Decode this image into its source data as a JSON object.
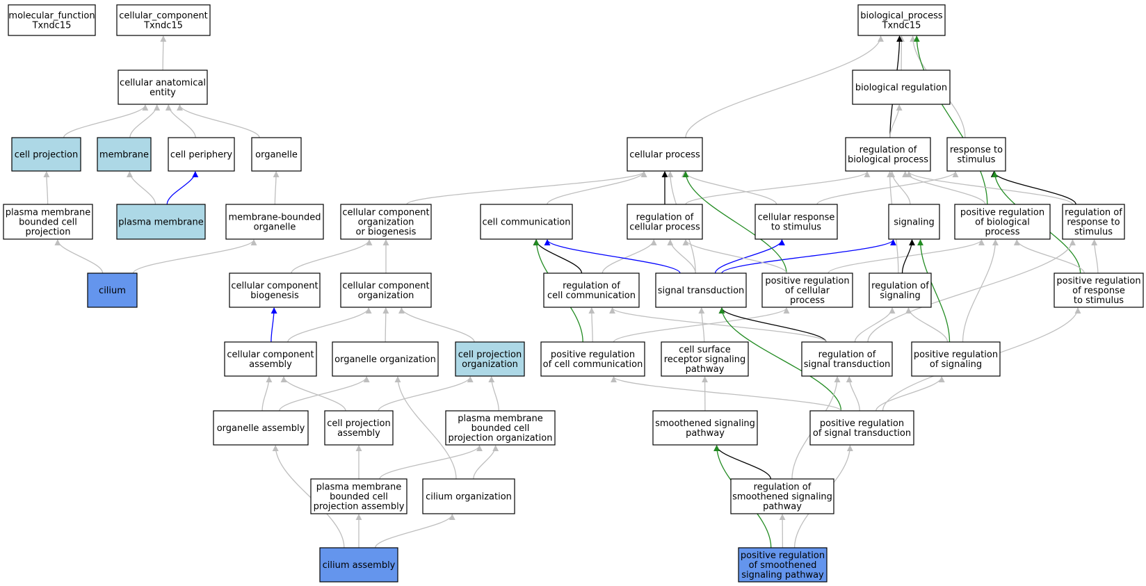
{
  "graph": {
    "colors": {
      "node_fill": "#ffffff",
      "node_fill_highlight": "#add8e6",
      "node_fill_query": "#6495ed",
      "edge_is_a": "#bebebe",
      "edge_part_of": "#0000ff",
      "edge_regulates": "#000000",
      "edge_positively_regulates": "#228b22"
    },
    "nodes": [
      {
        "id": "molecular_function",
        "lines": [
          "molecular_function",
          "Txndc15"
        ],
        "fill": "plain"
      },
      {
        "id": "cellular_component",
        "lines": [
          "cellular_component",
          "Txndc15"
        ],
        "fill": "plain"
      },
      {
        "id": "cellular_anatomical_entity",
        "lines": [
          "cellular anatomical",
          "entity"
        ],
        "fill": "plain"
      },
      {
        "id": "cell_projection",
        "lines": [
          "cell projection"
        ],
        "fill": "highlight"
      },
      {
        "id": "membrane",
        "lines": [
          "membrane"
        ],
        "fill": "highlight"
      },
      {
        "id": "cell_periphery",
        "lines": [
          "cell periphery"
        ],
        "fill": "plain"
      },
      {
        "id": "organelle",
        "lines": [
          "organelle"
        ],
        "fill": "plain"
      },
      {
        "id": "pm_bounded_cell_projection",
        "lines": [
          "plasma membrane",
          "bounded cell",
          "projection"
        ],
        "fill": "plain"
      },
      {
        "id": "plasma_membrane",
        "lines": [
          "plasma membrane"
        ],
        "fill": "highlight"
      },
      {
        "id": "membrane_bounded_organelle",
        "lines": [
          "membrane-bounded",
          "organelle"
        ],
        "fill": "plain"
      },
      {
        "id": "cilium",
        "lines": [
          "cilium"
        ],
        "fill": "query"
      },
      {
        "id": "cc_org_or_biogenesis",
        "lines": [
          "cellular component",
          "organization",
          "or biogenesis"
        ],
        "fill": "plain"
      },
      {
        "id": "cc_biogenesis",
        "lines": [
          "cellular component",
          "biogenesis"
        ],
        "fill": "plain"
      },
      {
        "id": "cc_organization",
        "lines": [
          "cellular component",
          "organization"
        ],
        "fill": "plain"
      },
      {
        "id": "cc_assembly",
        "lines": [
          "cellular component",
          "assembly"
        ],
        "fill": "plain"
      },
      {
        "id": "organelle_organization",
        "lines": [
          "organelle organization"
        ],
        "fill": "plain"
      },
      {
        "id": "cell_projection_organization",
        "lines": [
          "cell projection",
          "organization"
        ],
        "fill": "highlight"
      },
      {
        "id": "organelle_assembly",
        "lines": [
          "organelle assembly"
        ],
        "fill": "plain"
      },
      {
        "id": "cell_projection_assembly",
        "lines": [
          "cell projection",
          "assembly"
        ],
        "fill": "plain"
      },
      {
        "id": "pm_bounded_cp_organization",
        "lines": [
          "plasma membrane",
          "bounded cell",
          "projection organization"
        ],
        "fill": "plain"
      },
      {
        "id": "pm_bounded_cp_assembly",
        "lines": [
          "plasma membrane",
          "bounded cell",
          "projection assembly"
        ],
        "fill": "plain"
      },
      {
        "id": "cilium_organization",
        "lines": [
          "cilium organization"
        ],
        "fill": "plain"
      },
      {
        "id": "cilium_assembly",
        "lines": [
          "cilium assembly"
        ],
        "fill": "query"
      },
      {
        "id": "biological_process",
        "lines": [
          "biological_process",
          "Txndc15"
        ],
        "fill": "plain"
      },
      {
        "id": "biological_regulation",
        "lines": [
          "biological regulation"
        ],
        "fill": "plain"
      },
      {
        "id": "cellular_process",
        "lines": [
          "cellular process"
        ],
        "fill": "plain"
      },
      {
        "id": "regulation_of_biological_process",
        "lines": [
          "regulation of",
          "biological process"
        ],
        "fill": "plain"
      },
      {
        "id": "response_to_stimulus",
        "lines": [
          "response to",
          "stimulus"
        ],
        "fill": "plain"
      },
      {
        "id": "cell_communication",
        "lines": [
          "cell communication"
        ],
        "fill": "plain"
      },
      {
        "id": "regulation_of_cellular_process",
        "lines": [
          "regulation of",
          "cellular process"
        ],
        "fill": "plain"
      },
      {
        "id": "cellular_response_to_stimulus",
        "lines": [
          "cellular response",
          "to stimulus"
        ],
        "fill": "plain"
      },
      {
        "id": "signaling",
        "lines": [
          "signaling"
        ],
        "fill": "plain"
      },
      {
        "id": "pos_reg_biological_process",
        "lines": [
          "positive regulation",
          "of biological",
          "process"
        ],
        "fill": "plain"
      },
      {
        "id": "regulation_of_response_to_stimulus",
        "lines": [
          "regulation of",
          "response to",
          "stimulus"
        ],
        "fill": "plain"
      },
      {
        "id": "regulation_of_cell_communication",
        "lines": [
          "regulation of",
          "cell communication"
        ],
        "fill": "plain"
      },
      {
        "id": "signal_transduction",
        "lines": [
          "signal transduction"
        ],
        "fill": "plain"
      },
      {
        "id": "pos_reg_cellular_process",
        "lines": [
          "positive regulation",
          "of cellular",
          "process"
        ],
        "fill": "plain"
      },
      {
        "id": "regulation_of_signaling",
        "lines": [
          "regulation of",
          "signaling"
        ],
        "fill": "plain"
      },
      {
        "id": "pos_reg_response_to_stimulus",
        "lines": [
          "positive regulation",
          "of response",
          "to stimulus"
        ],
        "fill": "plain"
      },
      {
        "id": "pos_reg_cell_communication",
        "lines": [
          "positive regulation",
          "of cell communication"
        ],
        "fill": "plain"
      },
      {
        "id": "cell_surface_receptor_signaling",
        "lines": [
          "cell surface",
          "receptor signaling",
          "pathway"
        ],
        "fill": "plain"
      },
      {
        "id": "regulation_of_signal_transduction",
        "lines": [
          "regulation of",
          "signal transduction"
        ],
        "fill": "plain"
      },
      {
        "id": "pos_reg_signaling",
        "lines": [
          "positive regulation",
          "of signaling"
        ],
        "fill": "plain"
      },
      {
        "id": "smoothened_signaling_pathway",
        "lines": [
          "smoothened signaling",
          "pathway"
        ],
        "fill": "plain"
      },
      {
        "id": "pos_reg_signal_transduction",
        "lines": [
          "positive regulation",
          "of signal transduction"
        ],
        "fill": "plain"
      },
      {
        "id": "regulation_of_smoothened",
        "lines": [
          "regulation of",
          "smoothened signaling",
          "pathway"
        ],
        "fill": "plain"
      },
      {
        "id": "pos_reg_smoothened",
        "lines": [
          "positive regulation",
          "of smoothened",
          "signaling pathway"
        ],
        "fill": "query"
      }
    ],
    "edges": [
      {
        "from": "cellular_anatomical_entity",
        "to": "cellular_component",
        "type": "is_a"
      },
      {
        "from": "cell_projection",
        "to": "cellular_anatomical_entity",
        "type": "is_a"
      },
      {
        "from": "membrane",
        "to": "cellular_anatomical_entity",
        "type": "is_a"
      },
      {
        "from": "cell_periphery",
        "to": "cellular_anatomical_entity",
        "type": "is_a"
      },
      {
        "from": "organelle",
        "to": "cellular_anatomical_entity",
        "type": "is_a"
      },
      {
        "from": "pm_bounded_cell_projection",
        "to": "cell_projection",
        "type": "is_a"
      },
      {
        "from": "plasma_membrane",
        "to": "membrane",
        "type": "is_a"
      },
      {
        "from": "plasma_membrane",
        "to": "cell_periphery",
        "type": "part_of"
      },
      {
        "from": "membrane_bounded_organelle",
        "to": "organelle",
        "type": "is_a"
      },
      {
        "from": "cilium",
        "to": "pm_bounded_cell_projection",
        "type": "is_a"
      },
      {
        "from": "cilium",
        "to": "membrane_bounded_organelle",
        "type": "is_a"
      },
      {
        "from": "cc_org_or_biogenesis",
        "to": "cellular_process",
        "type": "is_a"
      },
      {
        "from": "cc_biogenesis",
        "to": "cc_org_or_biogenesis",
        "type": "is_a"
      },
      {
        "from": "cc_organization",
        "to": "cc_org_or_biogenesis",
        "type": "is_a"
      },
      {
        "from": "cc_assembly",
        "to": "cc_biogenesis",
        "type": "part_of"
      },
      {
        "from": "cc_assembly",
        "to": "cc_organization",
        "type": "is_a"
      },
      {
        "from": "organelle_organization",
        "to": "cc_organization",
        "type": "is_a"
      },
      {
        "from": "cell_projection_organization",
        "to": "cc_organization",
        "type": "is_a"
      },
      {
        "from": "organelle_assembly",
        "to": "cc_assembly",
        "type": "is_a"
      },
      {
        "from": "organelle_assembly",
        "to": "organelle_organization",
        "type": "is_a"
      },
      {
        "from": "cell_projection_assembly",
        "to": "cc_assembly",
        "type": "is_a"
      },
      {
        "from": "cell_projection_assembly",
        "to": "cell_projection_organization",
        "type": "is_a"
      },
      {
        "from": "pm_bounded_cp_organization",
        "to": "cell_projection_organization",
        "type": "is_a"
      },
      {
        "from": "pm_bounded_cp_assembly",
        "to": "cell_projection_assembly",
        "type": "is_a"
      },
      {
        "from": "pm_bounded_cp_assembly",
        "to": "pm_bounded_cp_organization",
        "type": "is_a"
      },
      {
        "from": "cilium_organization",
        "to": "organelle_organization",
        "type": "is_a"
      },
      {
        "from": "cilium_organization",
        "to": "pm_bounded_cp_organization",
        "type": "is_a"
      },
      {
        "from": "cilium_assembly",
        "to": "organelle_assembly",
        "type": "is_a"
      },
      {
        "from": "cilium_assembly",
        "to": "pm_bounded_cp_assembly",
        "type": "is_a"
      },
      {
        "from": "cilium_assembly",
        "to": "cilium_organization",
        "type": "is_a"
      },
      {
        "from": "biological_regulation",
        "to": "biological_process",
        "type": "is_a"
      },
      {
        "from": "cellular_process",
        "to": "biological_process",
        "type": "is_a"
      },
      {
        "from": "regulation_of_biological_process",
        "to": "biological_process",
        "type": "regulates"
      },
      {
        "from": "regulation_of_biological_process",
        "to": "biological_regulation",
        "type": "is_a"
      },
      {
        "from": "response_to_stimulus",
        "to": "biological_process",
        "type": "is_a"
      },
      {
        "from": "pos_reg_biological_process",
        "to": "biological_process",
        "type": "positively_regulates"
      },
      {
        "from": "cell_communication",
        "to": "cellular_process",
        "type": "is_a"
      },
      {
        "from": "regulation_of_cellular_process",
        "to": "cellular_process",
        "type": "regulates"
      },
      {
        "from": "regulation_of_cellular_process",
        "to": "regulation_of_biological_process",
        "type": "is_a"
      },
      {
        "from": "cellular_response_to_stimulus",
        "to": "cellular_process",
        "type": "is_a"
      },
      {
        "from": "cellular_response_to_stimulus",
        "to": "response_to_stimulus",
        "type": "is_a"
      },
      {
        "from": "signaling",
        "to": "regulation_of_biological_process",
        "type": "is_a"
      },
      {
        "from": "pos_reg_biological_process",
        "to": "regulation_of_biological_process",
        "type": "is_a"
      },
      {
        "from": "regulation_of_response_to_stimulus",
        "to": "regulation_of_biological_process",
        "type": "is_a"
      },
      {
        "from": "regulation_of_response_to_stimulus",
        "to": "response_to_stimulus",
        "type": "regulates"
      },
      {
        "from": "pos_reg_response_to_stimulus",
        "to": "response_to_stimulus",
        "type": "positively_regulates"
      },
      {
        "from": "regulation_of_cell_communication",
        "to": "regulation_of_cellular_process",
        "type": "is_a"
      },
      {
        "from": "regulation_of_cell_communication",
        "to": "cell_communication",
        "type": "regulates"
      },
      {
        "from": "signal_transduction",
        "to": "cellular_process",
        "type": "is_a"
      },
      {
        "from": "signal_transduction",
        "to": "regulation_of_cellular_process",
        "type": "is_a"
      },
      {
        "from": "signal_transduction",
        "to": "cell_communication",
        "type": "part_of"
      },
      {
        "from": "signal_transduction",
        "to": "cellular_response_to_stimulus",
        "type": "part_of"
      },
      {
        "from": "signal_transduction",
        "to": "signaling",
        "type": "part_of"
      },
      {
        "from": "pos_reg_cellular_process",
        "to": "cellular_process",
        "type": "positively_regulates"
      },
      {
        "from": "pos_reg_cellular_process",
        "to": "regulation_of_cellular_process",
        "type": "is_a"
      },
      {
        "from": "pos_reg_cellular_process",
        "to": "pos_reg_biological_process",
        "type": "is_a"
      },
      {
        "from": "regulation_of_signaling",
        "to": "signaling",
        "type": "regulates"
      },
      {
        "from": "regulation_of_signaling",
        "to": "regulation_of_biological_process",
        "type": "is_a"
      },
      {
        "from": "pos_reg_response_to_stimulus",
        "to": "regulation_of_response_to_stimulus",
        "type": "is_a"
      },
      {
        "from": "pos_reg_response_to_stimulus",
        "to": "pos_reg_biological_process",
        "type": "is_a"
      },
      {
        "from": "pos_reg_cell_communication",
        "to": "regulation_of_cell_communication",
        "type": "is_a"
      },
      {
        "from": "pos_reg_cell_communication",
        "to": "cell_communication",
        "type": "positively_regulates"
      },
      {
        "from": "pos_reg_cell_communication",
        "to": "pos_reg_cellular_process",
        "type": "is_a"
      },
      {
        "from": "cell_surface_receptor_signaling",
        "to": "signal_transduction",
        "type": "is_a"
      },
      {
        "from": "regulation_of_signal_transduction",
        "to": "signal_transduction",
        "type": "regulates"
      },
      {
        "from": "regulation_of_signal_transduction",
        "to": "regulation_of_signaling",
        "type": "is_a"
      },
      {
        "from": "regulation_of_signal_transduction",
        "to": "regulation_of_cell_communication",
        "type": "is_a"
      },
      {
        "from": "regulation_of_signal_transduction",
        "to": "regulation_of_response_to_stimulus",
        "type": "is_a"
      },
      {
        "from": "pos_reg_signaling",
        "to": "regulation_of_signaling",
        "type": "is_a"
      },
      {
        "from": "pos_reg_signaling",
        "to": "signaling",
        "type": "positively_regulates"
      },
      {
        "from": "pos_reg_signaling",
        "to": "pos_reg_biological_process",
        "type": "is_a"
      },
      {
        "from": "smoothened_signaling_pathway",
        "to": "cell_surface_receptor_signaling",
        "type": "is_a"
      },
      {
        "from": "pos_reg_signal_transduction",
        "to": "regulation_of_signal_transduction",
        "type": "is_a"
      },
      {
        "from": "pos_reg_signal_transduction",
        "to": "signal_transduction",
        "type": "positively_regulates"
      },
      {
        "from": "pos_reg_signal_transduction",
        "to": "pos_reg_signaling",
        "type": "is_a"
      },
      {
        "from": "pos_reg_signal_transduction",
        "to": "pos_reg_cell_communication",
        "type": "is_a"
      },
      {
        "from": "pos_reg_signal_transduction",
        "to": "pos_reg_response_to_stimulus",
        "type": "is_a"
      },
      {
        "from": "regulation_of_smoothened",
        "to": "smoothened_signaling_pathway",
        "type": "regulates"
      },
      {
        "from": "regulation_of_smoothened",
        "to": "regulation_of_signal_transduction",
        "type": "is_a"
      },
      {
        "from": "pos_reg_smoothened",
        "to": "regulation_of_smoothened",
        "type": "is_a"
      },
      {
        "from": "pos_reg_smoothened",
        "to": "smoothened_signaling_pathway",
        "type": "positively_regulates"
      },
      {
        "from": "pos_reg_smoothened",
        "to": "pos_reg_signal_transduction",
        "type": "is_a"
      }
    ]
  }
}
